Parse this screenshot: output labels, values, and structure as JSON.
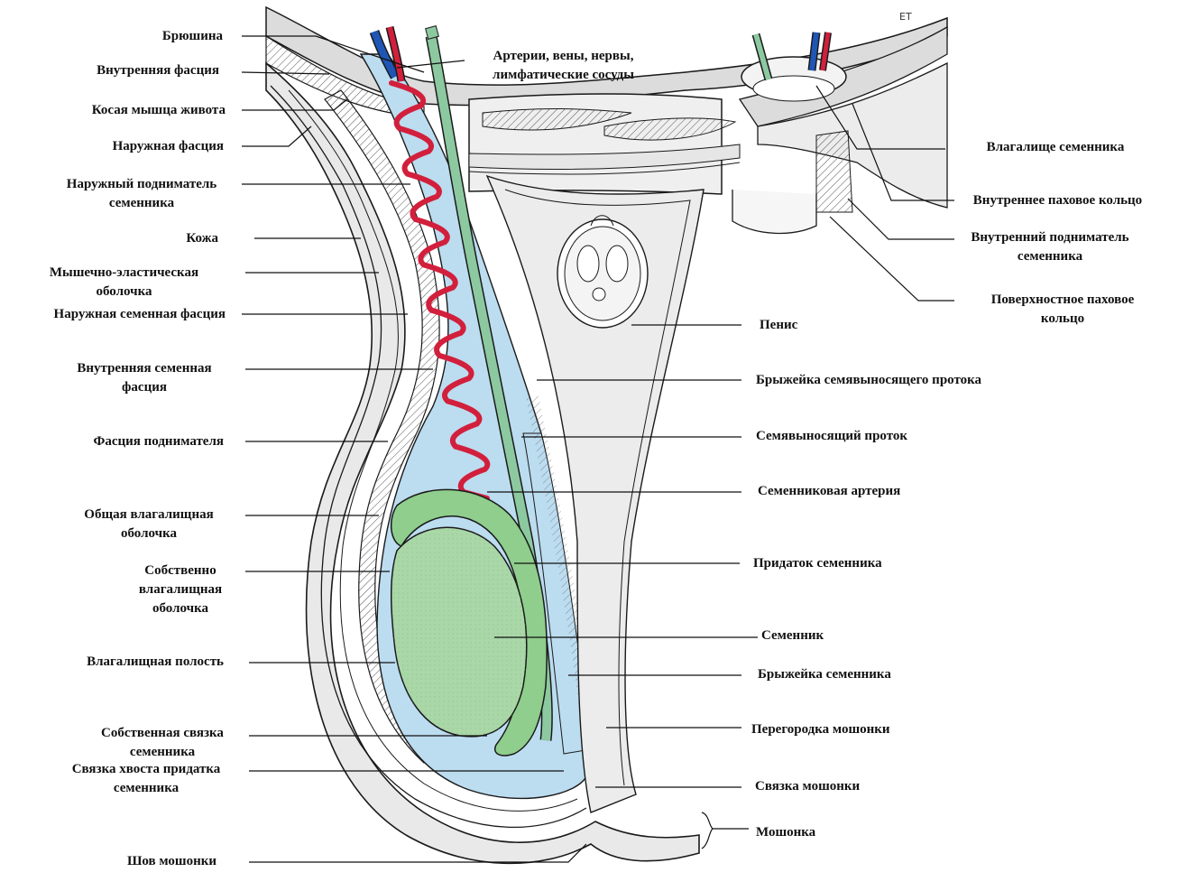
{
  "labels_left": [
    "Брюшина",
    "Внутренняя фасция",
    "Косая мышца живота",
    "Наружная фасция",
    "Наружный подниматель\nсеменника",
    "Кожа",
    "Мышечно-эластическая\nоболочка",
    "Наружная семенная фасция",
    "Внутренняя семенная\nфасция",
    "Фасция поднимателя",
    "Общая влагалищная\nоболочка",
    "Собственно\nвлагалищная\nоболочка",
    "Влагалищная полость",
    "Собственная связка\nсеменника",
    "Связка хвоста придатка\nсеменника",
    "Шов мошонки"
  ],
  "label_top": "Артерии, вены, нервы,\nлимфатические сосуды",
  "labels_right": [
    "Влагалище семенника",
    "Внутреннее паховое кольцо",
    "Внутренний подниматель\nсеменника",
    "Поверхностное паховое\nкольцо",
    "Пенис",
    "Брыжейка семявыносящего протока",
    "Семявыносящий проток",
    "Семенниковая артерия",
    "Придаток семенника",
    "Семенник",
    "Брыжейка семенника",
    "Перегородка мошонки",
    "Связка мошонки",
    "Мошонка"
  ],
  "signature": "ET",
  "colors": {
    "skin": "#ececec",
    "tunica_blue": "#bcdcf0",
    "testis_green": "#a9d8a7",
    "epididymis_green": "#8fce8c",
    "artery_red": "#d21f3c",
    "vein_blue": "#1f56b5",
    "duct_green": "#8dc9a0",
    "outline": "#1a1a1a"
  }
}
